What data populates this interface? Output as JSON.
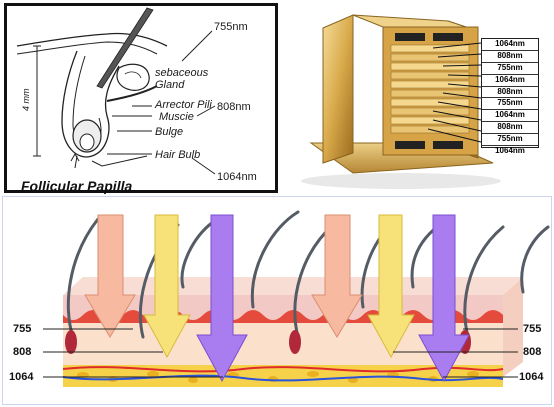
{
  "follicle_panel": {
    "labels": {
      "nm755": "755nm",
      "sebaceous": "sebaceous",
      "gland": "Gland",
      "nm808": "808nm",
      "arrector": "Arrector Pili",
      "muscle": "Muscie",
      "bulge": "Bulge",
      "hair_bulb": "Hair Bulb",
      "nm1064": "1064nm",
      "four_mm": "4 mm",
      "papilla": "Follicular Papilla"
    }
  },
  "chip_panel": {
    "wavelengths": [
      "1064nm",
      "808nm",
      "755nm",
      "1064nm",
      "808nm",
      "755nm",
      "1064nm",
      "808nm",
      "755nm",
      "1064nm"
    ]
  },
  "skin_panel": {
    "depth_labels_left": [
      "755",
      "808",
      "1064"
    ],
    "depth_labels_right": [
      "755",
      "808",
      "1064"
    ]
  },
  "colors": {
    "arrow_755": "#f7b9a0",
    "arrow_808": "#f7e27a",
    "arrow_1064": "#a97cf0",
    "epidermis": "#f3c9c5",
    "dermis": "#fbe0cc",
    "fat": "#f6d24a",
    "gold": "#d8a94a"
  }
}
